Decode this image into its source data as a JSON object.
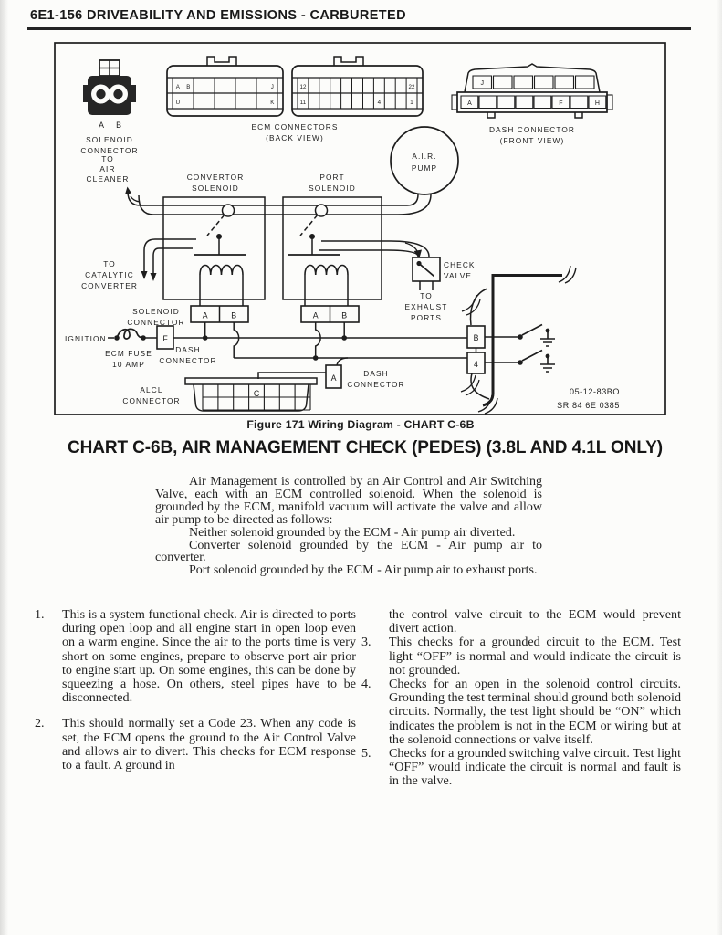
{
  "page": {
    "header": "6E1-156 DRIVEABILITY AND EMISSIONS - CARBURETED",
    "figure_caption": "Figure 171 Wiring Diagram - CHART C-6B",
    "title": "CHART C-6B, AIR MANAGEMENT CHECK (PEDES) (3.8L AND 4.1L ONLY)"
  },
  "diagram": {
    "solenoid_connector": {
      "pin_a": "A",
      "pin_b": "B",
      "label": [
        "SOLENOID",
        "CONNECTOR"
      ]
    },
    "ecm": {
      "label": [
        "ECM CONNECTORS",
        "(BACK VIEW)"
      ],
      "c1": {
        "a": "A",
        "b": "B",
        "j": "J",
        "u": "U",
        "k": "K"
      },
      "c2": {
        "n12": "12",
        "n22": "22",
        "n11": "11",
        "n4": "4",
        "n1": "1"
      }
    },
    "dash_top": {
      "label": [
        "DASH CONNECTOR",
        "(FRONT VIEW)"
      ],
      "j": "J",
      "a": "A",
      "f": "F",
      "h": "H"
    },
    "air_pump": [
      "A.I.R.",
      "PUMP"
    ],
    "to_air_cleaner": [
      "TO",
      "AIR",
      "CLEANER"
    ],
    "convertor_solenoid": [
      "CONVERTOR",
      "SOLENOID"
    ],
    "port_solenoid": [
      "PORT",
      "SOLENOID"
    ],
    "to_catalytic_converter": [
      "TO",
      "CATALYTIC",
      "CONVERTER"
    ],
    "check_valve": [
      "CHECK",
      "VALVE"
    ],
    "to_exhaust_ports": [
      "TO",
      "EXHAUST",
      "PORTS"
    ],
    "solenoid_connector_label": [
      "SOLENOID",
      "CONNECTOR"
    ],
    "block1": {
      "a": "A",
      "b": "B"
    },
    "block2": {
      "a": "A",
      "b": "B"
    },
    "ignition": "IGNITION",
    "ecm_fuse": [
      "ECM FUSE",
      "10 AMP"
    ],
    "fuse_pin": "F",
    "dash_connector_f": [
      "DASH",
      "CONNECTOR"
    ],
    "alcl": {
      "label": [
        "ALCL",
        "CONNECTOR"
      ],
      "pin": "C"
    },
    "dash_connector_a": {
      "pin": "A",
      "label": [
        "DASH",
        "CONNECTOR"
      ]
    },
    "pin_b": "B",
    "pin_4": "4",
    "date_code": [
      "05-12-83BO",
      "SR 84 6E 0385"
    ]
  },
  "intro": {
    "p1": "Air Management is controlled by an Air Control and Air Switching Valve, each with an ECM controlled solenoid. When the solenoid is grounded by the ECM, manifold vacuum will activate the valve and allow air pump to be directed as follows:",
    "p2": "Neither solenoid grounded by the ECM - Air pump air diverted.",
    "p3": "Converter solenoid grounded by the ECM - Air pump air to converter.",
    "p4": "Port solenoid grounded by the ECM - Air pump air to exhaust ports."
  },
  "main": {
    "left": [
      {
        "num": "1.",
        "text": "This is a system functional check. Air is directed to ports during open loop and all engine start in open loop even on a warm engine. Since the air to the ports time is very short on some engines, prepare to observe port air prior to engine start up. On some engines, this can be done by squeezing a hose. On others, steel pipes have to be disconnected."
      },
      {
        "num": "2.",
        "text": "This should normally set a Code 23. When any code is set, the ECM opens the ground to the Air Control Valve and allows air to divert. This checks for ECM response to a fault. A ground in"
      }
    ],
    "right": [
      {
        "num": "",
        "text": "the control valve circuit to the ECM would prevent divert action."
      },
      {
        "num": "3.",
        "text": "This checks for a grounded circuit to the ECM. Test light “OFF” is normal and would indicate the circuit is not grounded."
      },
      {
        "num": "4.",
        "text": "Checks for an open in the solenoid control circuits. Grounding the test terminal should ground both solenoid circuits. Normally, the test light should be “ON” which indicates the problem is not in the ECM or wiring but at the solenoid connections or valve itself."
      },
      {
        "num": "5.",
        "text": "Checks for a grounded switching valve circuit. Test light “OFF” would indicate the circuit is normal and fault is in the valve."
      }
    ]
  }
}
